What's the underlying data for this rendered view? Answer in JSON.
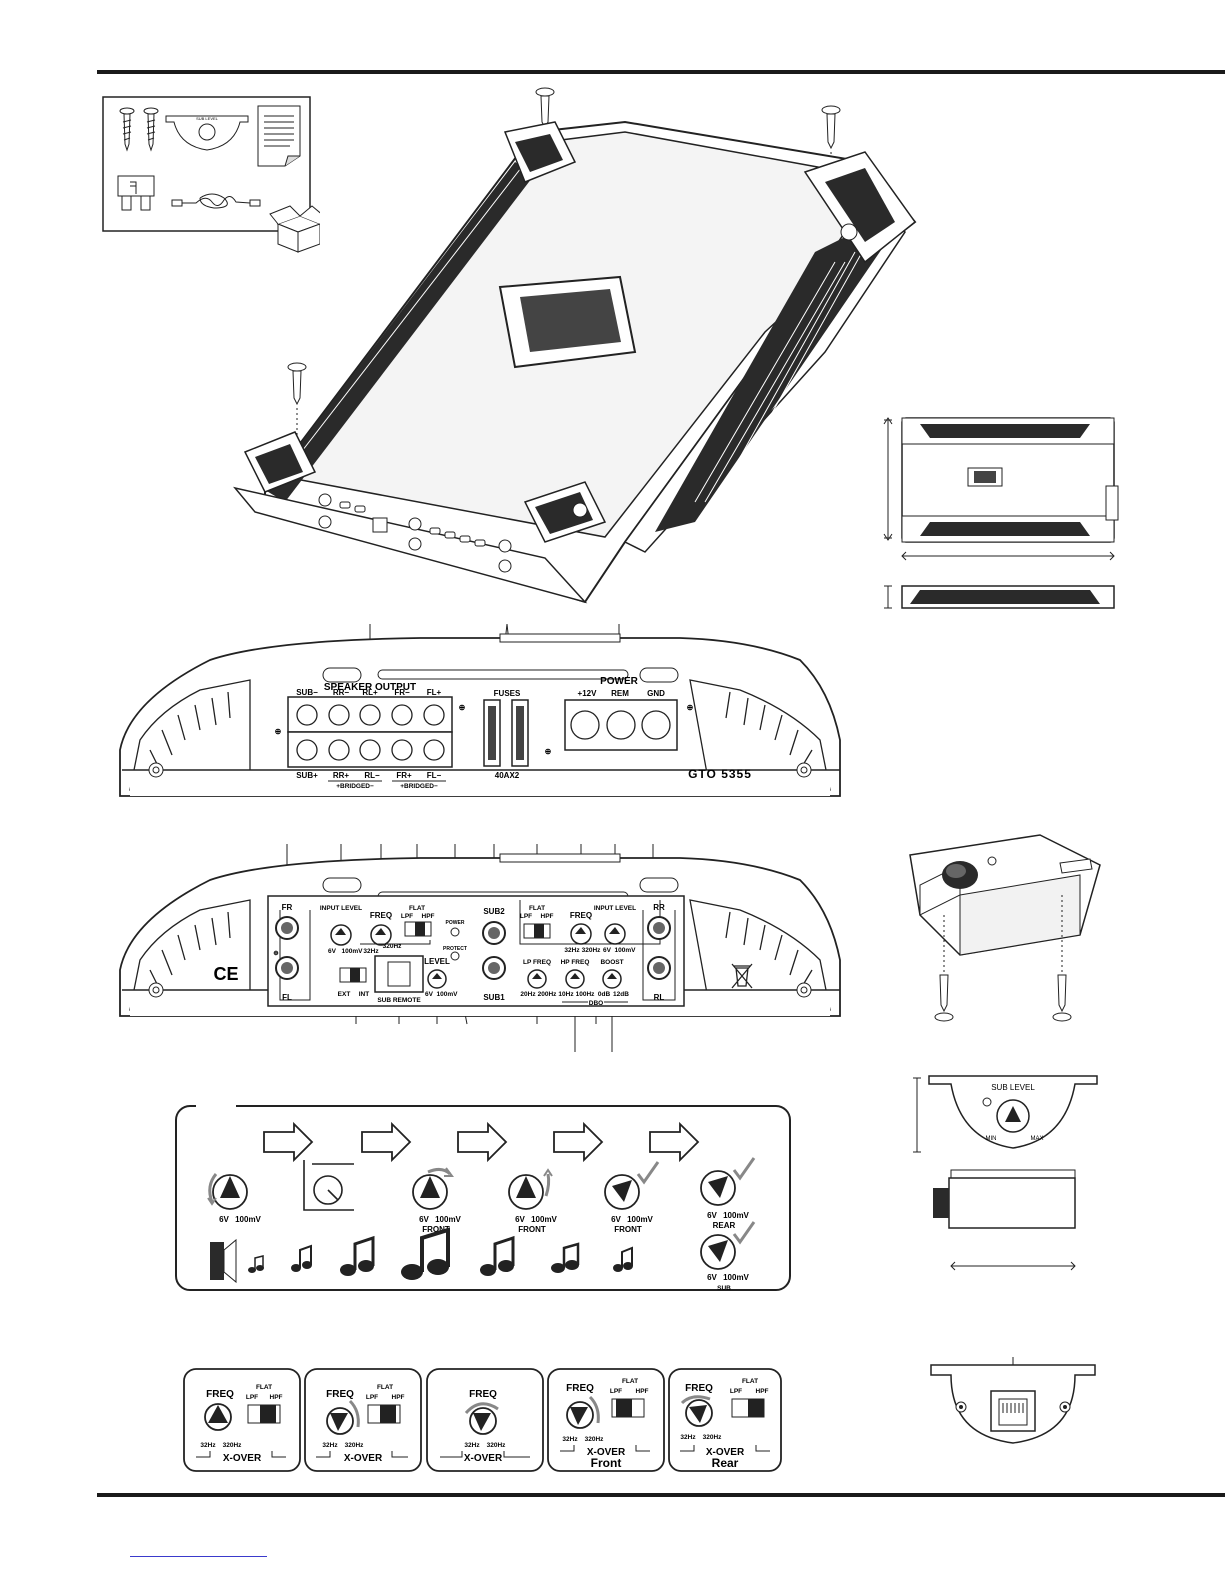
{
  "speaker_panel": {
    "speaker_output": "SPEAKER OUTPUT",
    "top_terms": [
      "SUB−",
      "RR−",
      "RL+",
      "FR−",
      "FL+"
    ],
    "bottom_terms": [
      "SUB+",
      "RR+",
      "RL−",
      "FR+",
      "FL−"
    ],
    "bridged": "+BRIDGED−",
    "fuses": "FUSES",
    "fuse_rating": "40AX2",
    "power": "POWER",
    "power_terms": [
      "+12V",
      "REM",
      "GND"
    ],
    "model": "GTO 5355"
  },
  "input_panel": {
    "fr": "FR",
    "fl": "FL",
    "rr": "RR",
    "rl": "RL",
    "input_level": "INPUT LEVEL",
    "six_v": "6V",
    "hundred_mv": "100mV",
    "freq": "FREQ",
    "hz32": "32Hz",
    "hz320": "320Hz",
    "flat": "FLAT",
    "lpf": "LPF",
    "hpf": "HPF",
    "power_led": "POWER",
    "protect_led": "PROTECT",
    "sub1": "SUB1",
    "sub2": "SUB2",
    "ext": "EXT",
    "int": "INT",
    "sub_remote": "SUB REMOTE",
    "level": "LEVEL",
    "lp_freq": "LP FREQ",
    "hz20": "20Hz",
    "hz200": "200Hz",
    "hp_freq": "HP FREQ",
    "hz10": "10Hz",
    "hz100": "100Hz",
    "boost": "BOOST",
    "db0": "0dB",
    "db12": "12dB",
    "dbo": "DBO",
    "ce": "CE"
  },
  "procedure": {
    "front": "FRONT",
    "rear": "REAR",
    "sub": "SUB",
    "six_v": "6V",
    "hundred_mv": "100mV"
  },
  "xover": {
    "freq": "FREQ",
    "flat": "FLAT",
    "lpf": "LPF",
    "hpf": "HPF",
    "hz32": "32Hz",
    "hz320": "320Hz",
    "label": "X-OVER",
    "front": "Front",
    "rear": "Rear"
  },
  "remote": {
    "sub_level": "SUB LEVEL",
    "min": "MIN",
    "max": "MAX"
  }
}
